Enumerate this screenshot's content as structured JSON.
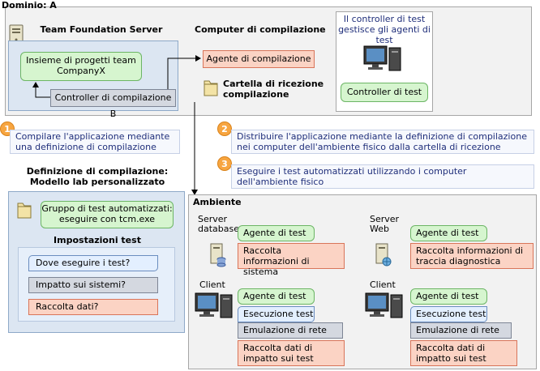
{
  "domain_label": "Dominio: A",
  "tfs": {
    "title": "Team Foundation Server",
    "project_set": "Insieme di progetti team CompanyX",
    "build_controller": "Controller di compilazione B"
  },
  "build_computer": {
    "title": "Computer di compilazione",
    "agent": "Agente di compilazione",
    "drop_folder": "Cartella di ricezione compilazione"
  },
  "test_controller_panel": {
    "caption": "Il controller di test gestisce gli agenti di test",
    "label": "Controller di test"
  },
  "steps": [
    {
      "number": "1",
      "text": "Compilare l'applicazione mediante una definizione di compilazione"
    },
    {
      "number": "2",
      "text": "Distribuire l'applicazione mediante la definizione di compilazione nei computer dell'ambiente fisico dalla cartella di ricezione"
    },
    {
      "number": "3",
      "text": "Eseguire i test automatizzati utilizzando i computer dell'ambiente fisico"
    }
  ],
  "build_definition": {
    "title": "Definizione di compilazione: Modello lab personalizzato",
    "test_suite": "Gruppo di test automatizzati: eseguire con tcm.exe",
    "settings_title": "Impostazioni test",
    "settings": [
      "Dove eseguire i test?",
      "Impatto sui sistemi?",
      "Raccolta dati?"
    ]
  },
  "environment": {
    "title": "Ambiente",
    "db_server": {
      "label": "Server database",
      "agent": "Agente di test",
      "data": "Raccolta informazioni di sistema"
    },
    "web_server": {
      "label": "Server Web",
      "agent": "Agente di test",
      "data": "Raccolta informazioni di traccia diagnostica"
    },
    "client1": {
      "label": "Client",
      "agent": "Agente di test",
      "run": "Esecuzione test",
      "emulation": "Emulazione di rete",
      "impact": "Raccolta dati di impatto sui test"
    },
    "client2": {
      "label": "Client",
      "agent": "Agente di test",
      "run": "Esecuzione test",
      "emulation": "Emulazione di rete",
      "impact": "Raccolta dati di impatto sui test"
    }
  },
  "colors": {
    "green_fill": "#d6f5cf",
    "salmon_fill": "#fbd3c4",
    "gray_fill": "#d4d8e0",
    "blue_panel": "#dce6f2",
    "step_badge": "#f7a540",
    "step_text": "#1f2e7a"
  }
}
